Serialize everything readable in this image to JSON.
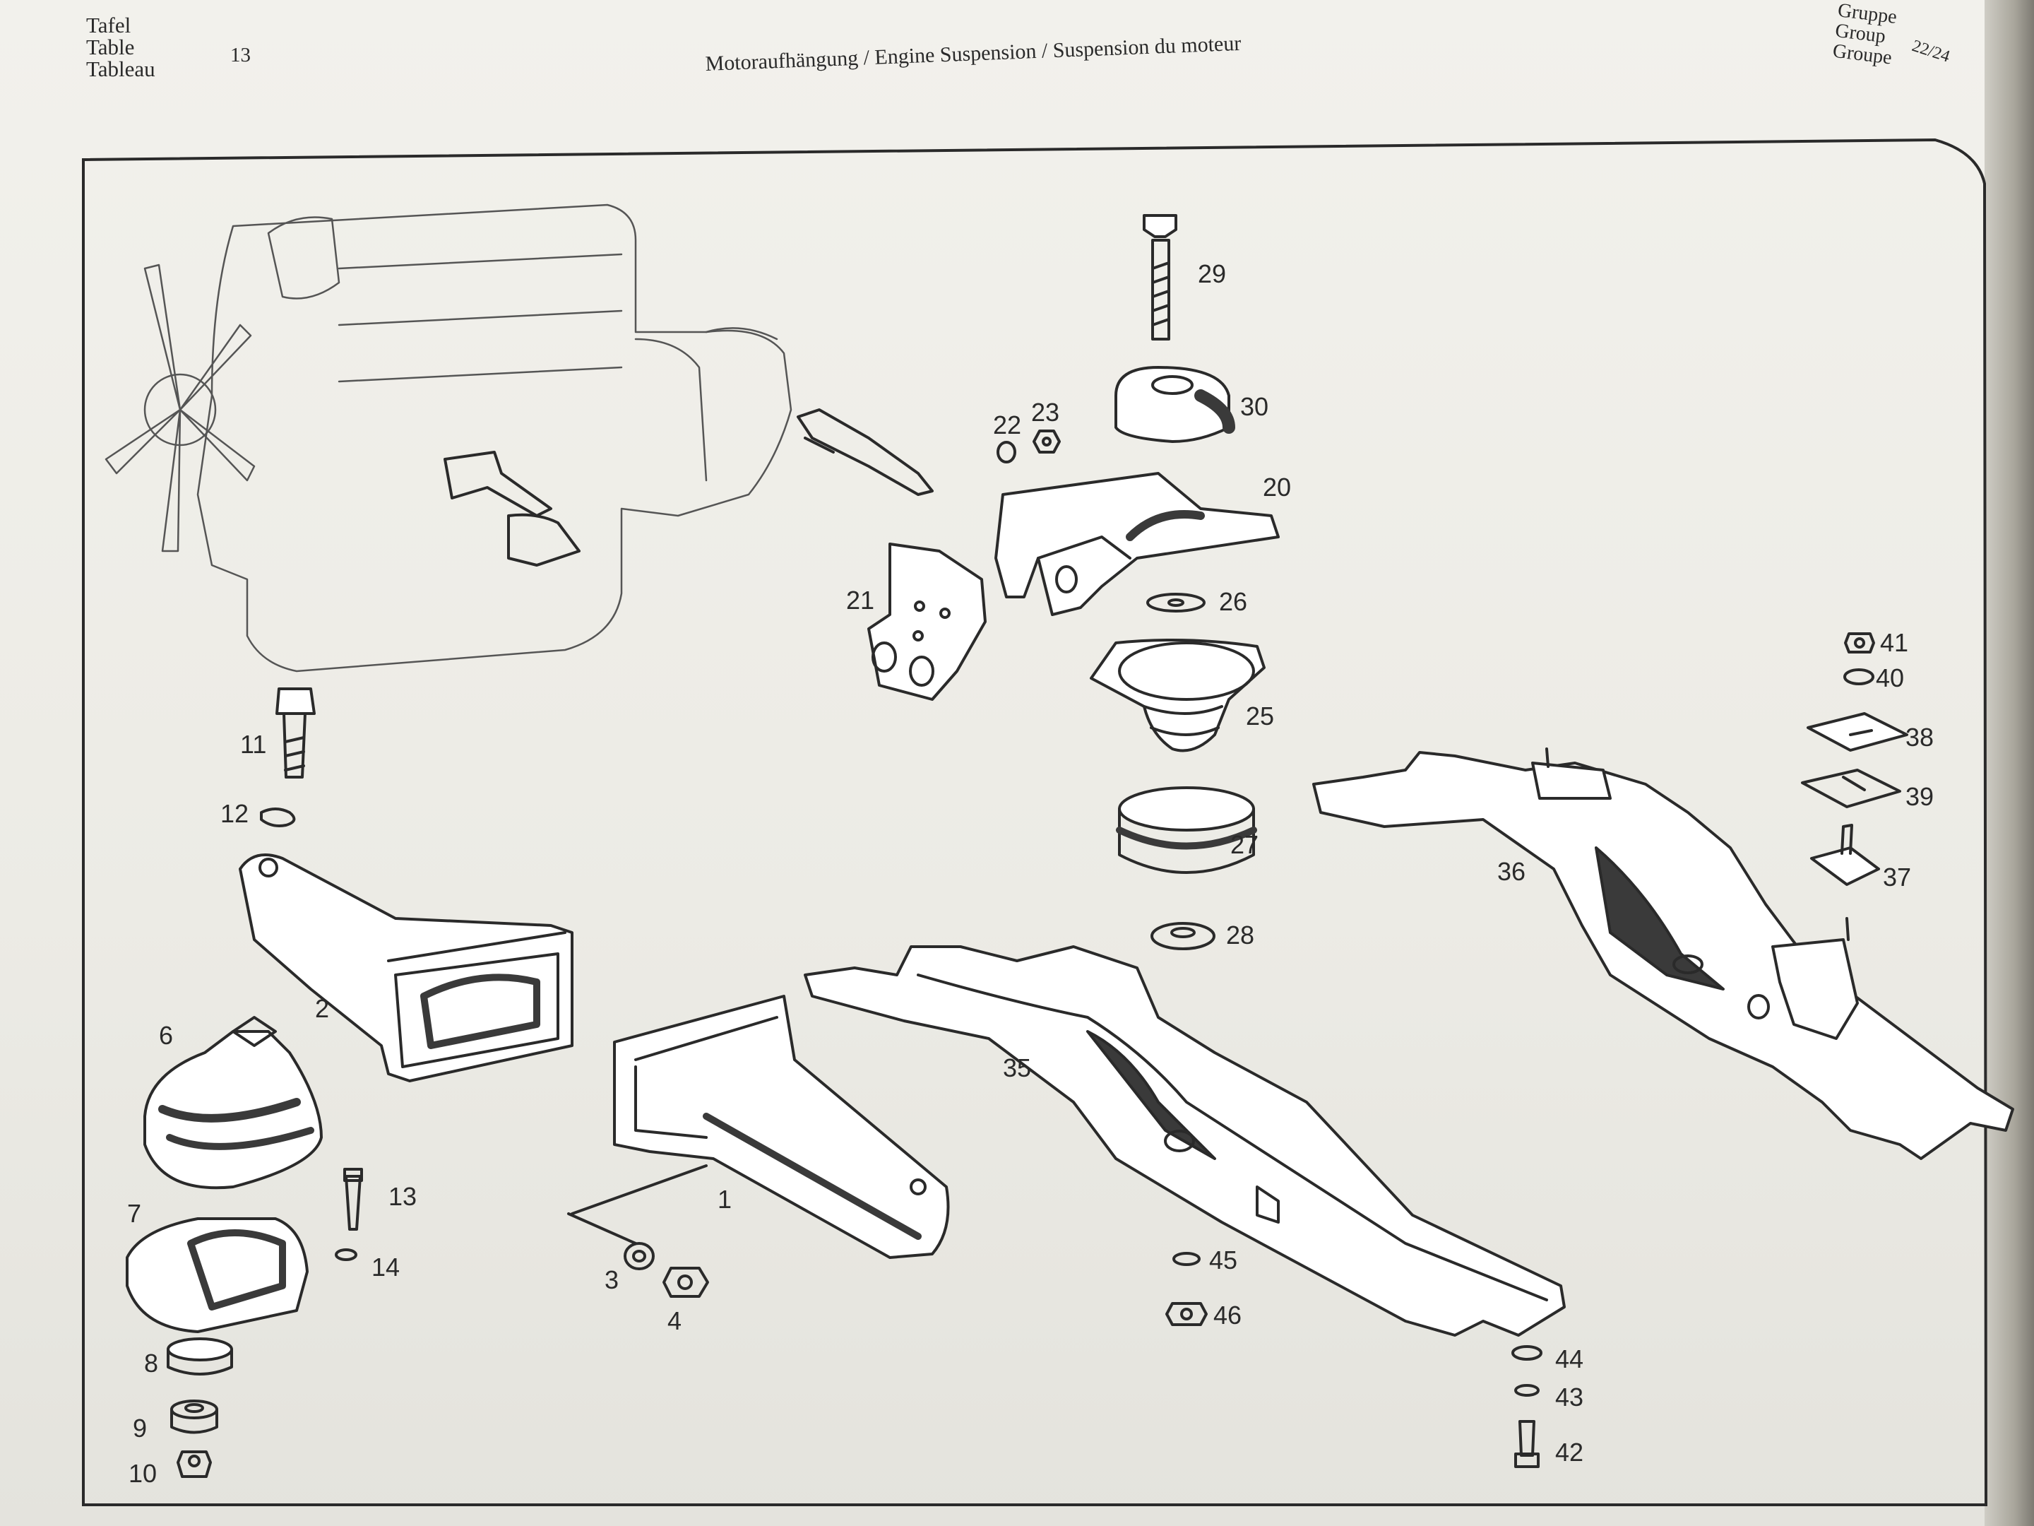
{
  "header": {
    "plate_labels": [
      "Tafel",
      "Table",
      "Tableau"
    ],
    "plate_number": "13",
    "title": "Motoraufhängung / Engine Suspension / Suspension du moteur",
    "group_labels": [
      "Gruppe",
      "Group",
      "Groupe"
    ],
    "group_number": "22/24"
  },
  "callouts": {
    "p1": "1",
    "p2": "2",
    "p3": "3",
    "p4": "4",
    "p6": "6",
    "p7": "7",
    "p8": "8",
    "p9": "9",
    "p10": "10",
    "p11": "11",
    "p12": "12",
    "p13": "13",
    "p14": "14",
    "p20": "20",
    "p21": "21",
    "p22": "22",
    "p23": "23",
    "p25": "25",
    "p26": "26",
    "p27": "27",
    "p28": "28",
    "p29": "29",
    "p30": "30",
    "p35": "35",
    "p36": "36",
    "p37": "37",
    "p38": "38",
    "p39": "39",
    "p40": "40",
    "p41": "41",
    "p42": "42",
    "p43": "43",
    "p44": "44",
    "p45": "45",
    "p46": "46"
  },
  "colors": {
    "ink": "#2a2a2a",
    "paper": "#efeee8",
    "shade": "#3a3a3a"
  }
}
